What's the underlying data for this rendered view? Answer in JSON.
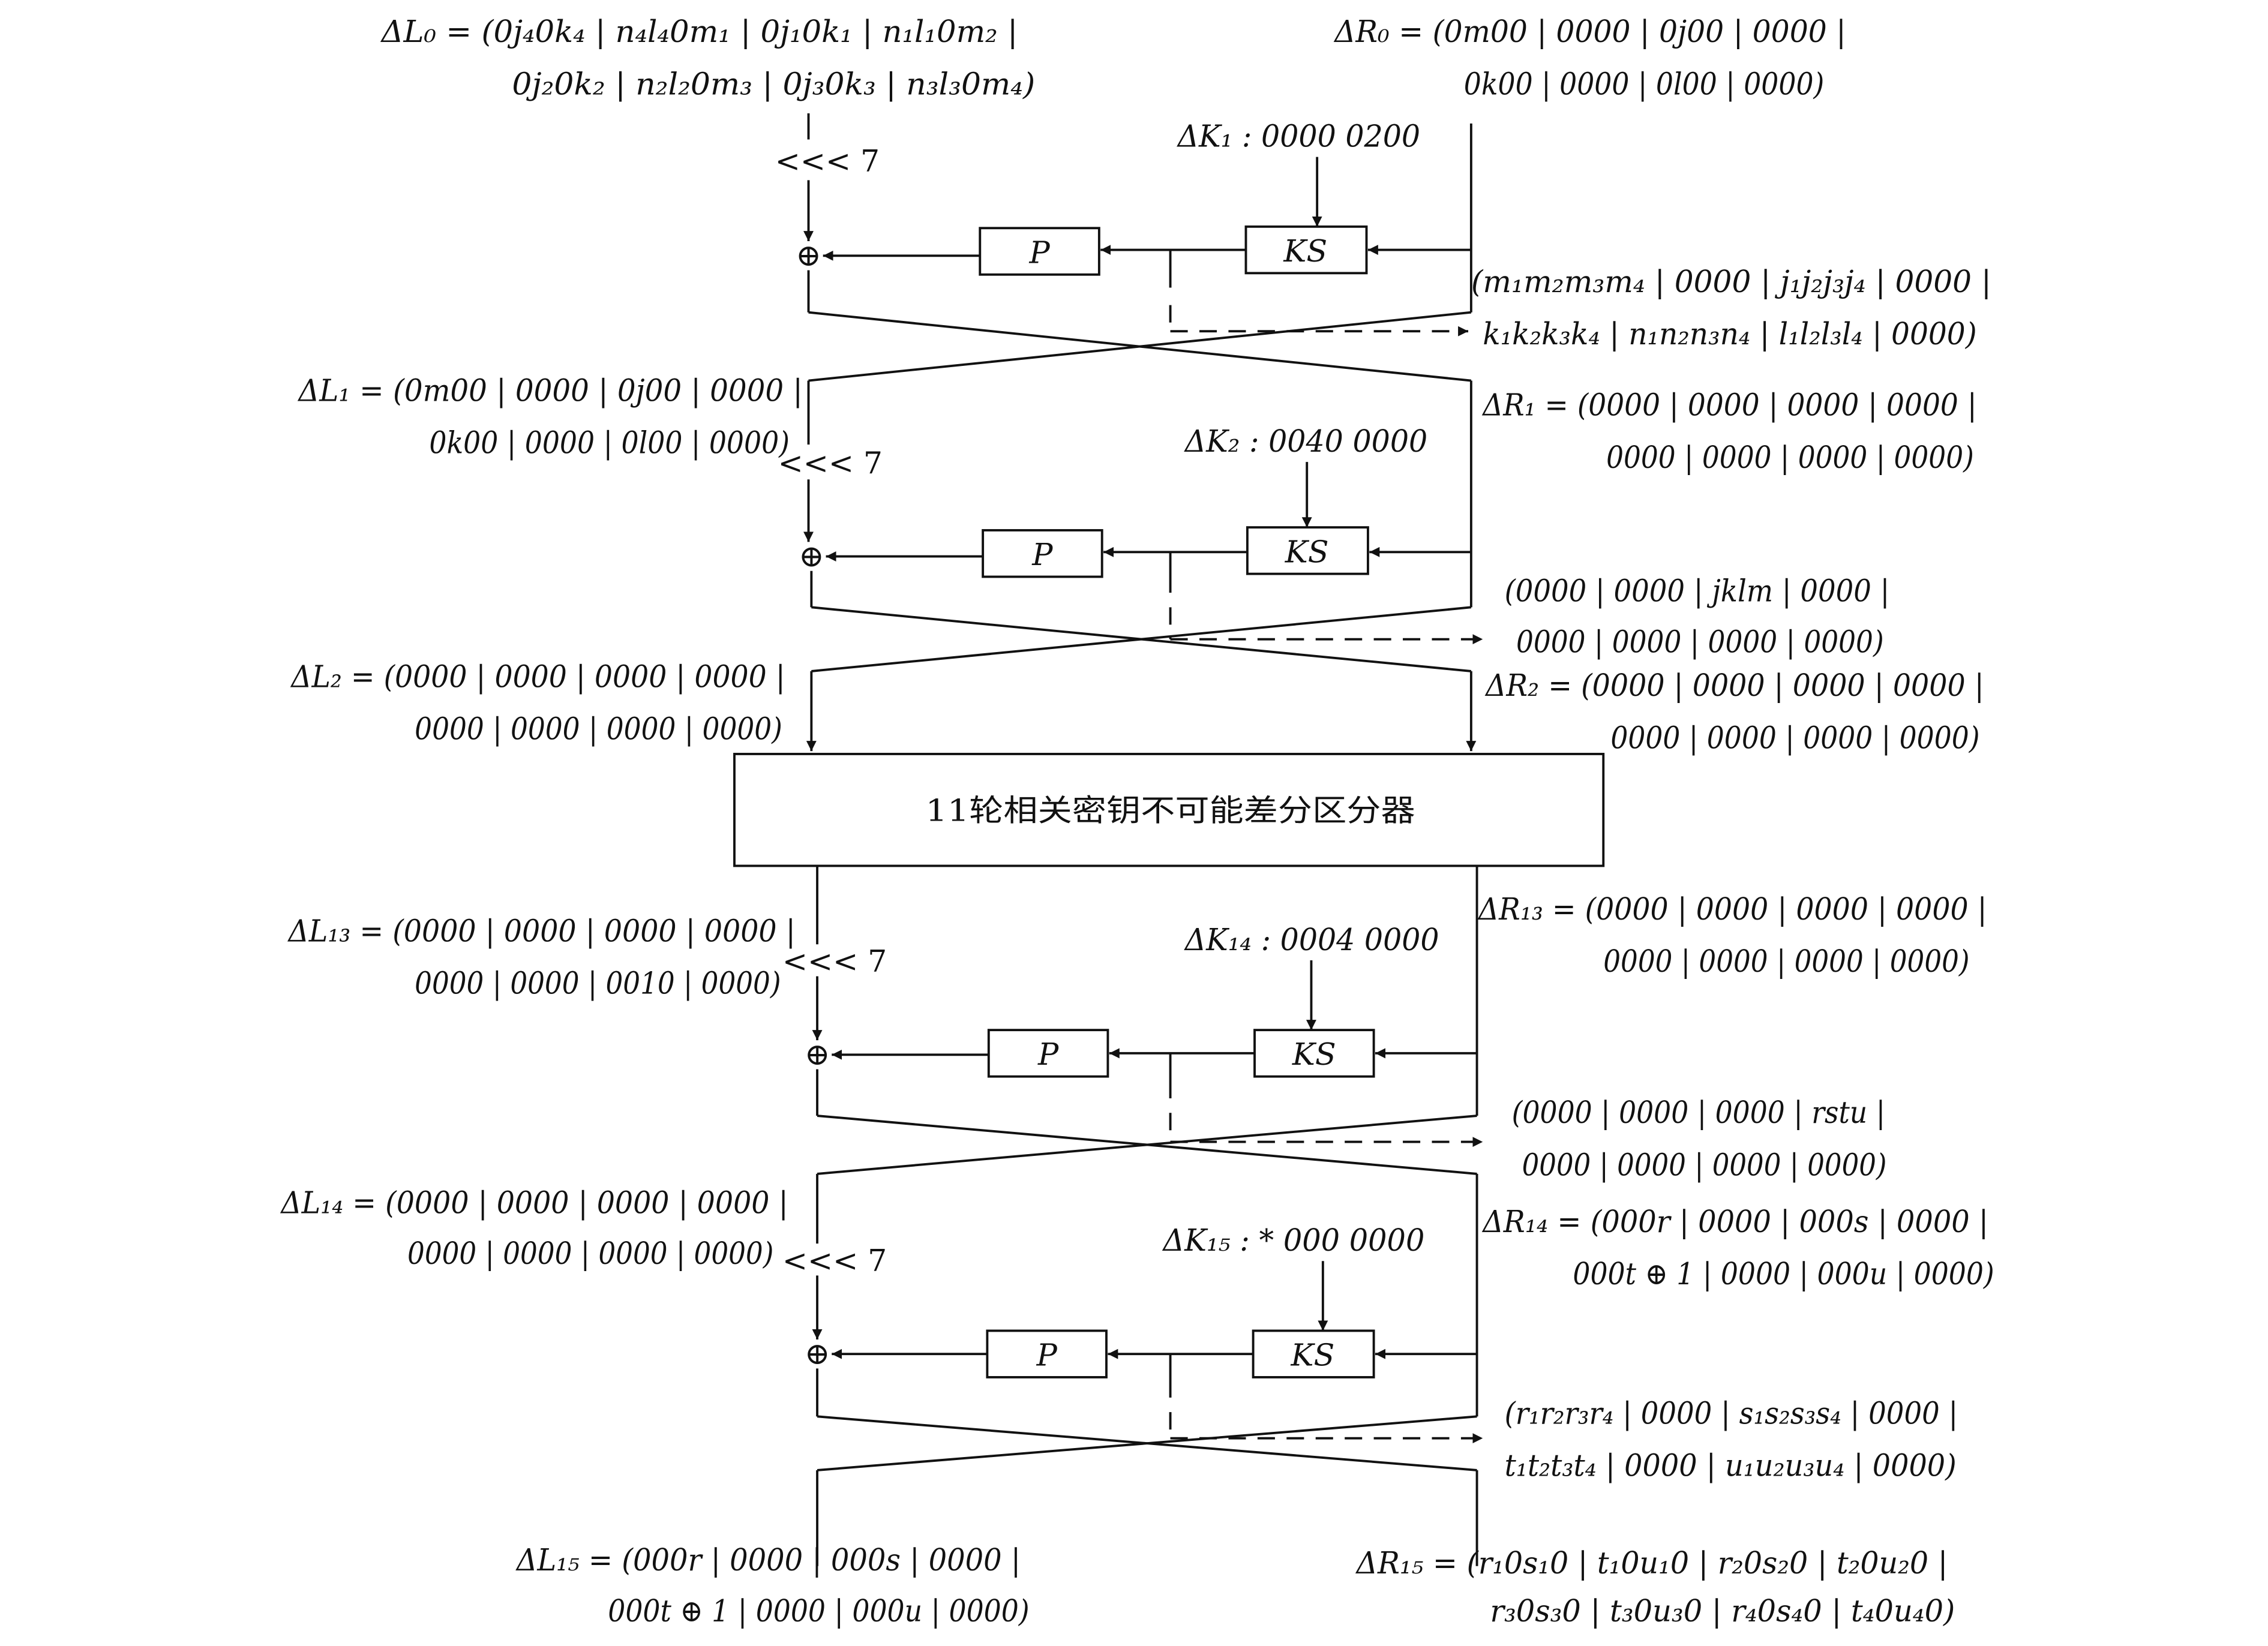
{
  "title_box": "11轮相关密钥不可能差分区分器",
  "rotate_label": "<<< 7",
  "p_label": "P",
  "ks_label": "KS",
  "xor_symbol": "⊕",
  "labels": {
    "L0": [
      "ΔL₀ = (0j₄0k₄ | n₄l₄0m₁ | 0j₁0k₁ | n₁l₁0m₂ |",
      "0j₂0k₂ | n₂l₂0m₃ | 0j₃0k₃ | n₃l₃0m₄)"
    ],
    "R0": [
      "ΔR₀ = (0m00 | 0000 | 0j00 | 0000 |",
      "0k00 | 0000 | 0l00 | 0000)"
    ],
    "K1": "ΔK₁ : 0000 0200",
    "F1": [
      "(m₁m₂m₃m₄ | 0000 | j₁j₂j₃j₄ | 0000 |",
      "k₁k₂k₃k₄ | n₁n₂n₃n₄ | l₁l₂l₃l₄ | 0000)"
    ],
    "L1": [
      "ΔL₁ = (0m00 | 0000 | 0j00 | 0000 |",
      "0k00 | 0000 | 0l00 | 0000)"
    ],
    "R1": [
      "ΔR₁ = (0000 | 0000 | 0000 | 0000 |",
      "0000 | 0000 | 0000 | 0000)"
    ],
    "K2": "ΔK₂ : 0040 0000",
    "F2": [
      "(0000 | 0000 | jklm | 0000 |",
      "0000 | 0000 | 0000 | 0000)"
    ],
    "L2": [
      "ΔL₂ = (0000 | 0000 | 0000 | 0000 |",
      "0000 | 0000 | 0000 | 0000)"
    ],
    "R2": [
      "ΔR₂ = (0000 | 0000 | 0000 | 0000 |",
      "0000 | 0000 | 0000 | 0000)"
    ],
    "L13": [
      "ΔL₁₃ = (0000 | 0000 | 0000 | 0000 |",
      "0000 | 0000 | 0010 | 0000)"
    ],
    "R13": [
      "ΔR₁₃ = (0000 | 0000 | 0000 | 0000 |",
      "0000 | 0000 | 0000 | 0000)"
    ],
    "K14": "ΔK₁₄ : 0004 0000",
    "F14": [
      "(0000 | 0000 | 0000 | rstu |",
      "0000 | 0000 | 0000 | 0000)"
    ],
    "L14": [
      "ΔL₁₄ = (0000 | 0000 | 0000 | 0000 |",
      "0000 | 0000 | 0000 | 0000)"
    ],
    "R14": [
      "ΔR₁₄ = (000r | 0000 | 000s | 0000 |",
      "000t ⊕ 1 | 0000 | 000u | 0000)"
    ],
    "K15": "ΔK₁₅ : * 000 0000",
    "F15": [
      "(r₁r₂r₃r₄ | 0000 | s₁s₂s₃s₄ | 0000 |",
      "t₁t₂t₃t₄ | 0000 | u₁u₂u₃u₄ | 0000)"
    ],
    "L15": [
      "ΔL₁₅ = (000r | 0000 | 000s | 0000 |",
      "000t ⊕ 1 | 0000 | 000u | 0000)"
    ],
    "R15": [
      "ΔR₁₅ = (r₁0s₁0 | t₁0u₁0 | r₂0s₂0 | t₂0u₂0 |",
      "r₃0s₃0 | t₃0u₃0 | r₄0s₄0 | t₄0u₄0)"
    ]
  }
}
